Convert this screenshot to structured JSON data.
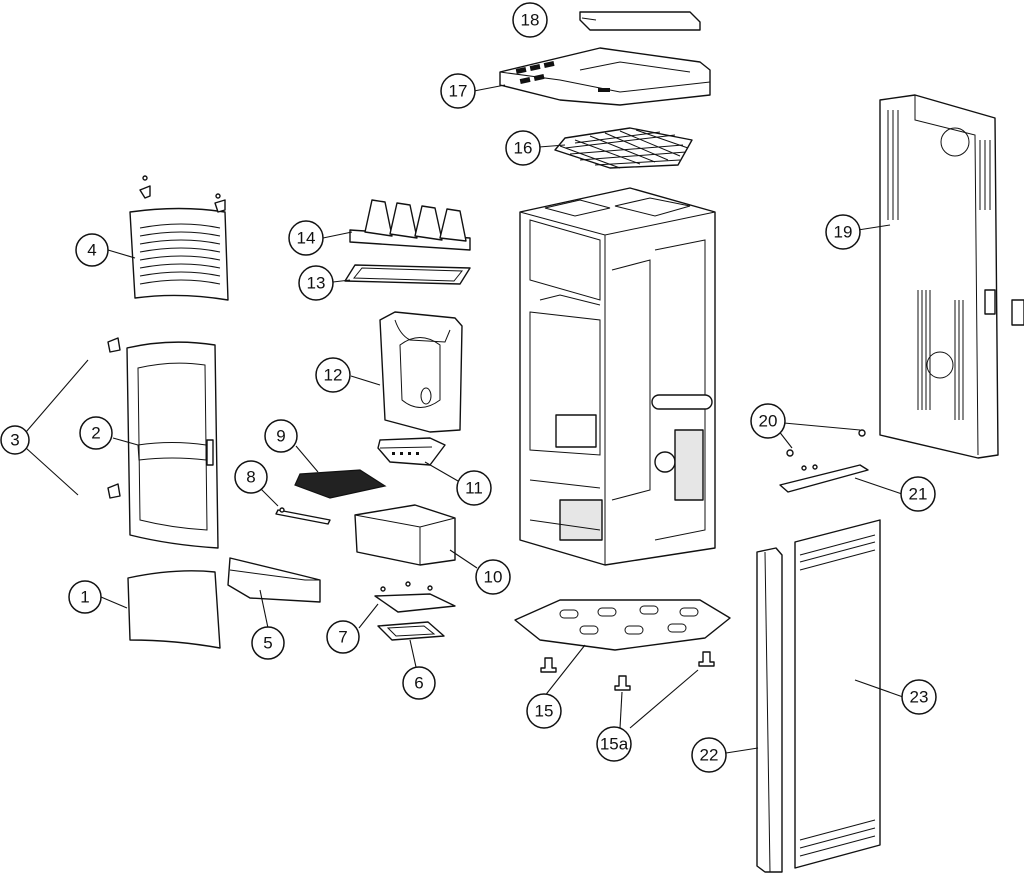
{
  "diagram": {
    "type": "exploded-parts-view",
    "callouts": [
      {
        "id": "c1",
        "label": "1"
      },
      {
        "id": "c2",
        "label": "2"
      },
      {
        "id": "c3",
        "label": "3"
      },
      {
        "id": "c4",
        "label": "4"
      },
      {
        "id": "c5",
        "label": "5"
      },
      {
        "id": "c6",
        "label": "6"
      },
      {
        "id": "c7",
        "label": "7"
      },
      {
        "id": "c8",
        "label": "8"
      },
      {
        "id": "c9",
        "label": "9"
      },
      {
        "id": "c10",
        "label": "10"
      },
      {
        "id": "c11",
        "label": "11"
      },
      {
        "id": "c12",
        "label": "12"
      },
      {
        "id": "c13",
        "label": "13"
      },
      {
        "id": "c14",
        "label": "14"
      },
      {
        "id": "c15",
        "label": "15"
      },
      {
        "id": "c15a",
        "label": "15a"
      },
      {
        "id": "c16",
        "label": "16"
      },
      {
        "id": "c17",
        "label": "17"
      },
      {
        "id": "c18",
        "label": "18"
      },
      {
        "id": "c19",
        "label": "19"
      },
      {
        "id": "c20",
        "label": "20"
      },
      {
        "id": "c21",
        "label": "21"
      },
      {
        "id": "c22",
        "label": "22"
      },
      {
        "id": "c23",
        "label": "23"
      }
    ]
  }
}
